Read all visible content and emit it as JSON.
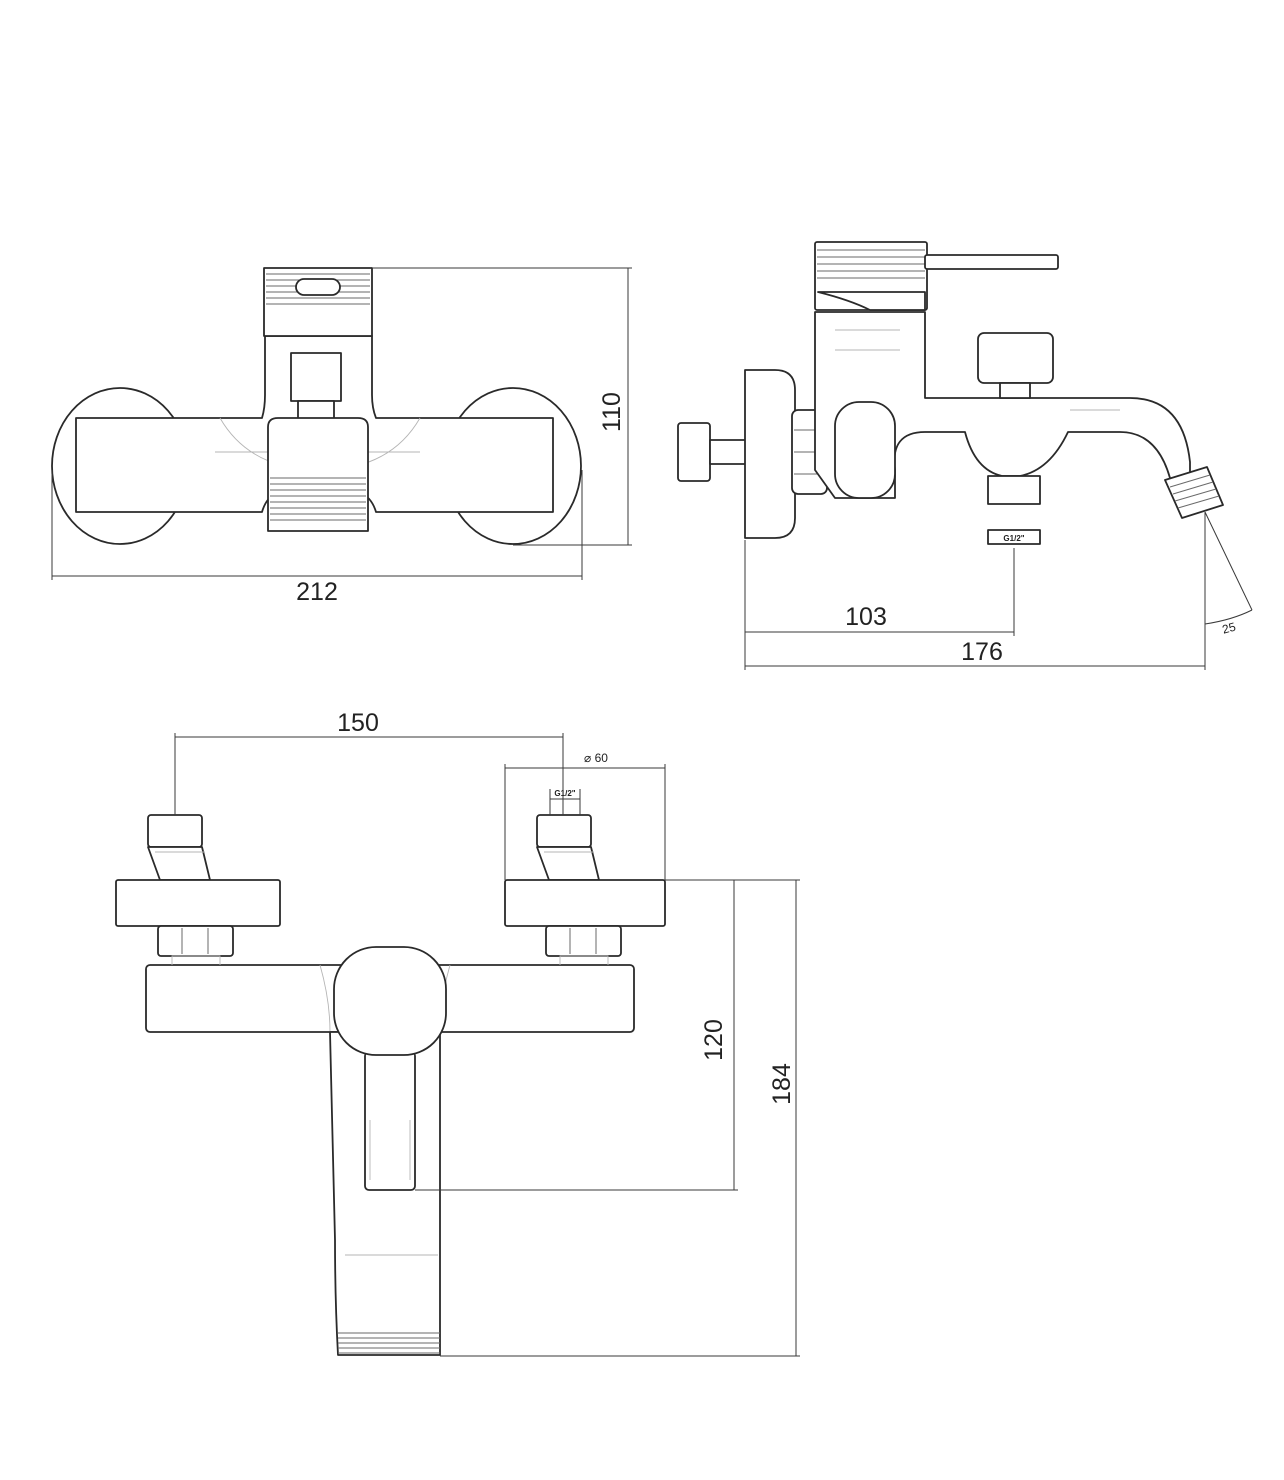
{
  "dimensions": {
    "front_width": "212",
    "front_height": "110",
    "side_inlet_distance": "103",
    "side_total_depth": "176",
    "spout_angle": "25",
    "top_center_distance": "150",
    "top_flange_diameter": "⌀ 60",
    "top_spout_reach_120": "120",
    "top_spout_reach_184": "184"
  },
  "thread_labels": {
    "side_outlet": "G1/2\"",
    "top_inlet": "G1/2\""
  }
}
